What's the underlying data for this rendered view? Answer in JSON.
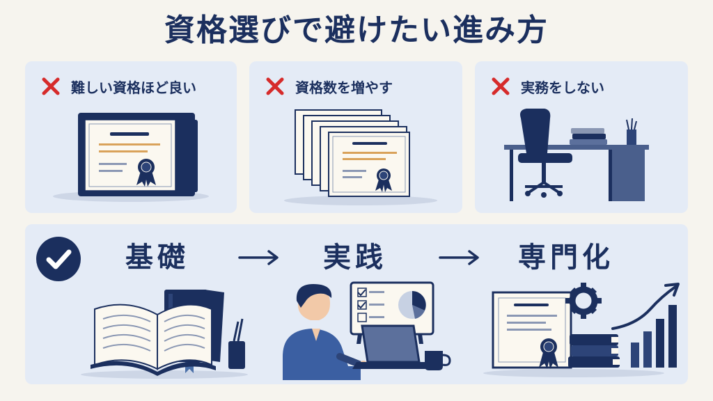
{
  "title": "資格選びで避けたい進み方",
  "bad_examples": [
    {
      "label": "難しい資格ほど良い",
      "mark": "x-mark-icon"
    },
    {
      "label": "資格数を増やす",
      "mark": "x-mark-icon"
    },
    {
      "label": "実務をしない",
      "mark": "x-mark-icon"
    }
  ],
  "good_path": {
    "mark": "check-circle-icon",
    "steps": [
      "基礎",
      "実践",
      "専門化"
    ],
    "arrows": [
      "→",
      "→"
    ]
  },
  "colors": {
    "navy": "#1b2f5e",
    "panel": "#e4ebf6",
    "background": "#f6f4ee",
    "red": "#d62b2b",
    "gold": "#d9a25a"
  }
}
